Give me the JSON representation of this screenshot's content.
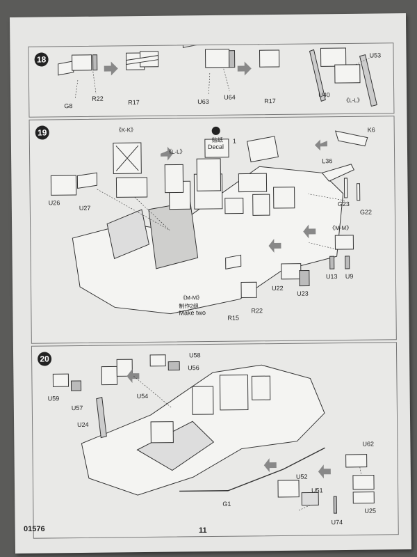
{
  "document": {
    "product_code": "01576",
    "page_number": "11"
  },
  "steps": {
    "s18": {
      "number": "18",
      "labels": [
        "G8",
        "R22",
        "R17",
        "U63",
        "U64",
        "R17",
        "U40",
        "U53",
        "《L-L》"
      ]
    },
    "s19": {
      "number": "19",
      "labels": [
        "《K-K》",
        "《L-L》",
        "贴纸",
        "Decal",
        "1",
        "K6",
        "L36",
        "G23",
        "G22",
        "U26",
        "U27",
        "《M-M》",
        "U13",
        "U9",
        "U22",
        "U23",
        "R22",
        "R15",
        "《M-M》",
        "制作2组",
        "Make two"
      ]
    },
    "s20": {
      "number": "20",
      "labels": [
        "U58",
        "U56",
        "U59",
        "U57",
        "U54",
        "U24",
        "U62",
        "U52",
        "U51",
        "G1",
        "U74",
        "U25"
      ]
    }
  }
}
